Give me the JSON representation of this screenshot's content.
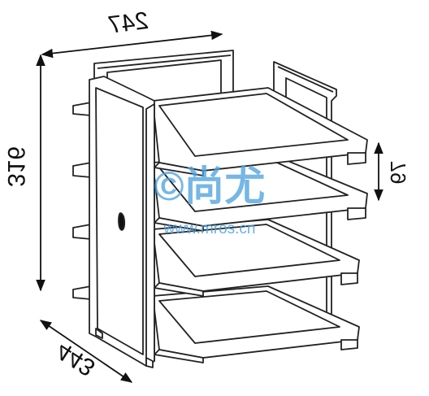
{
  "dimensions": {
    "width": "247",
    "height": "316",
    "depth": "443",
    "shelf_spacing": "79"
  },
  "watermark": {
    "logo": "©尚尤",
    "url": "www.mros.cn",
    "color": "#4fa3e0"
  }
}
